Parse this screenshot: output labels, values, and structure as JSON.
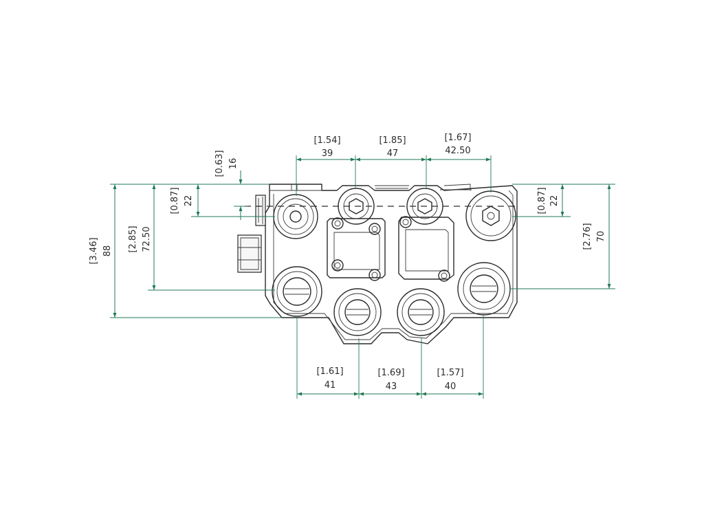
{
  "colors": {
    "dimension": "#1f7a55",
    "outline": "#2a2a2a",
    "text": "#2b2b2b",
    "background": "#ffffff"
  },
  "dimensions": {
    "top_spacing_1": {
      "inch": "[1.54]",
      "mm": "39"
    },
    "top_spacing_2": {
      "inch": "[1.85]",
      "mm": "47"
    },
    "top_spacing_3": {
      "inch": "[1.67]",
      "mm": "42.50"
    },
    "bottom_spacing_1": {
      "inch": "[1.61]",
      "mm": "41"
    },
    "bottom_spacing_2": {
      "inch": "[1.69]",
      "mm": "43"
    },
    "bottom_spacing_3": {
      "inch": "[1.57]",
      "mm": "40"
    },
    "left_offset_top": {
      "inch": "[0.63]",
      "mm": "16"
    },
    "left_offset_port": {
      "inch": "[0.87]",
      "mm": "22"
    },
    "left_height_ports": {
      "inch": "[2.85]",
      "mm": "72.50"
    },
    "left_overall_height": {
      "inch": "[3.46]",
      "mm": "88"
    },
    "right_offset_port": {
      "inch": "[0.87]",
      "mm": "22"
    },
    "right_height_ports": {
      "inch": "[2.76]",
      "mm": "70"
    }
  }
}
